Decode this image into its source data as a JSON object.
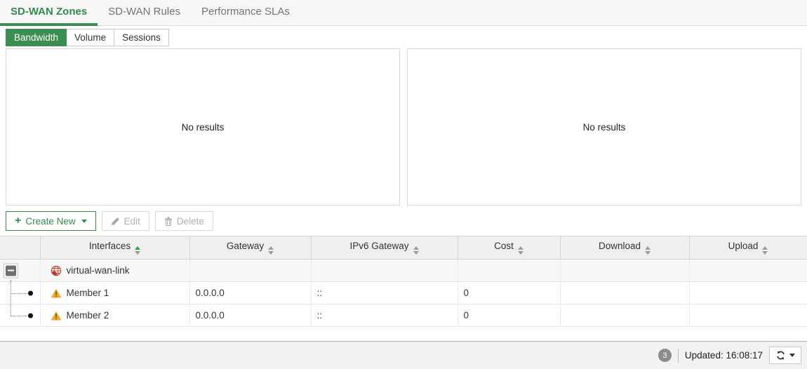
{
  "tabs": [
    {
      "label": "SD-WAN Zones",
      "active": true
    },
    {
      "label": "SD-WAN Rules",
      "active": false
    },
    {
      "label": "Performance SLAs",
      "active": false
    }
  ],
  "subtabs": [
    {
      "label": "Bandwidth",
      "active": true
    },
    {
      "label": "Volume",
      "active": false
    },
    {
      "label": "Sessions",
      "active": false
    }
  ],
  "charts": {
    "left_empty_text": "No results",
    "right_empty_text": "No results"
  },
  "toolbar": {
    "create_new_label": "Create New",
    "edit_label": "Edit",
    "delete_label": "Delete"
  },
  "table": {
    "columns": {
      "interfaces": "Interfaces",
      "gateway": "Gateway",
      "ipv6_gateway": "IPv6 Gateway",
      "cost": "Cost",
      "download": "Download",
      "upload": "Upload"
    },
    "rows": [
      {
        "interfaces": "virtual-wan-link",
        "gateway": "",
        "ipv6_gateway": "",
        "cost": "",
        "download": "",
        "upload": ""
      },
      {
        "interfaces": "Member 1",
        "gateway": "0.0.0.0",
        "ipv6_gateway": "::",
        "cost": "0",
        "download": "",
        "upload": ""
      },
      {
        "interfaces": "Member 2",
        "gateway": "0.0.0.0",
        "ipv6_gateway": "::",
        "cost": "0",
        "download": "",
        "upload": ""
      }
    ]
  },
  "footer": {
    "badge_count": "3",
    "updated_text": "Updated: 16:08:17"
  },
  "colors": {
    "accent_green": "#338a4e",
    "warning_orange": "#eba73c",
    "zone_icon_red": "#c0392b"
  }
}
